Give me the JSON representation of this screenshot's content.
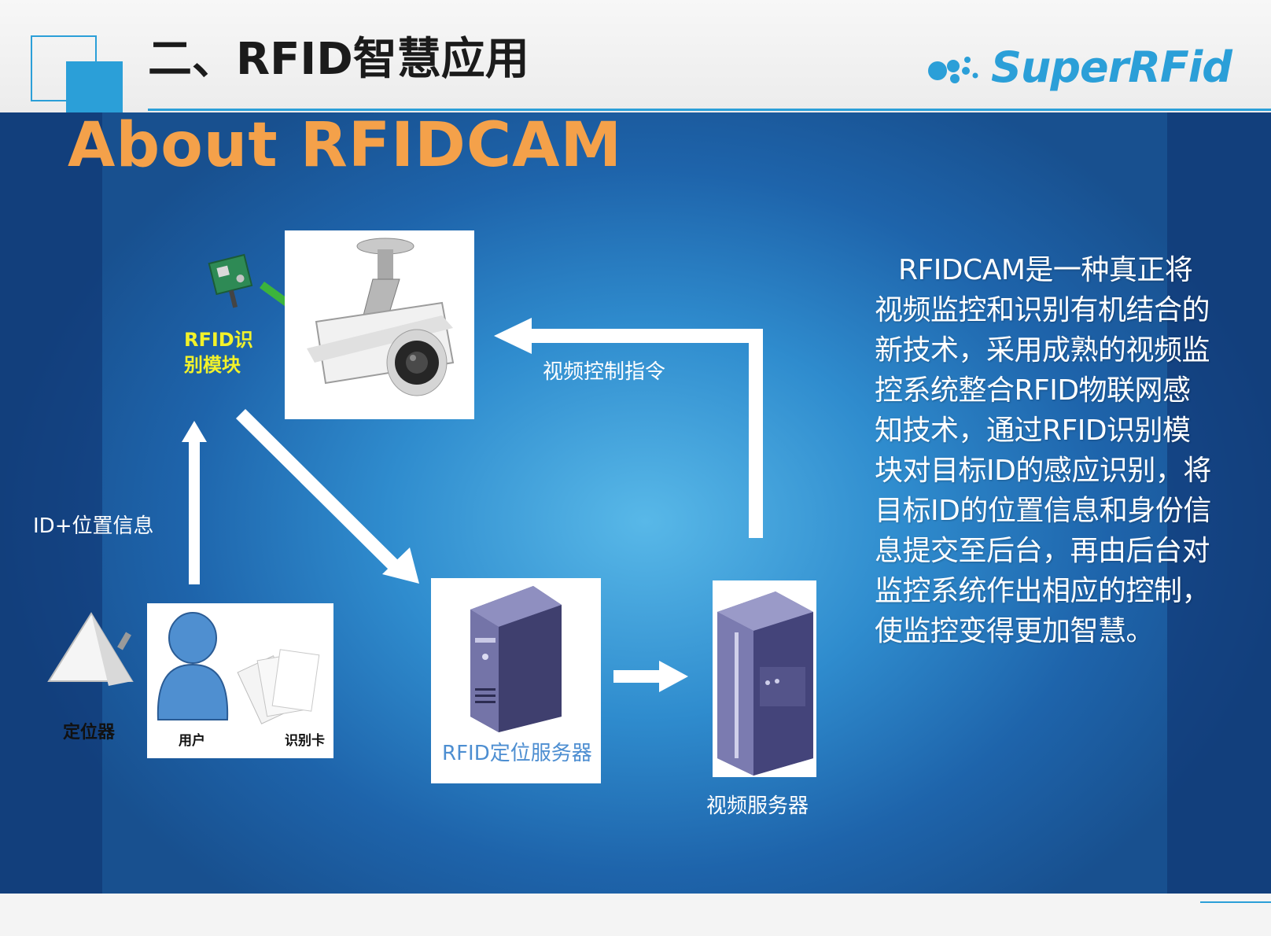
{
  "header": {
    "title": "二、RFID智慧应用",
    "logo_text": "SuperRFid"
  },
  "colors": {
    "accent": "#2b9fd8",
    "about_title": "#f4a14a",
    "module_label": "#f2f22a",
    "server_label": "#4d8ed1"
  },
  "main": {
    "about_title": "About RFIDCAM",
    "diagram": {
      "rfid_module_label": "RFID识别模块",
      "control_command_label": "视频控制指令",
      "id_position_label": "ID+位置信息",
      "locator_label": "定位器",
      "user_label": "用户",
      "card_label": "识别卡",
      "rfid_server_label": "RFID定位服务器",
      "video_server_label": "视频服务器"
    },
    "description": "RFIDCAM是一种真正将视频监控和识别有机结合的新技术，采用成熟的视频监控系统整合RFID物联网感知技术，通过RFID识别模块对目标ID的感应识别，将目标ID的位置信息和身份信息提交至后台，再由后台对监控系统作出相应的控制，使监控变得更加智慧。"
  }
}
